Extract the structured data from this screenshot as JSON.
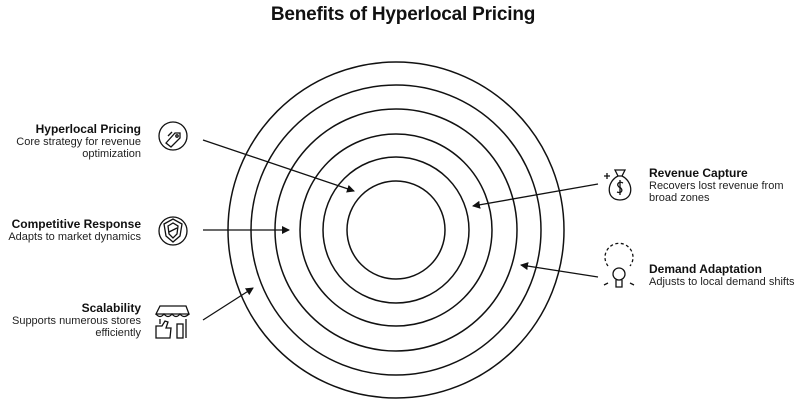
{
  "title": "Benefits of Hyperlocal Pricing",
  "items": [
    {
      "heading": "Hyperlocal Pricing",
      "desc_line1": "Core strategy for revenue",
      "desc_line2": "optimization",
      "icon": "tag-percent-icon"
    },
    {
      "heading": "Competitive Response",
      "desc_line1": "Adapts to market dynamics",
      "desc_line2": "",
      "icon": "shield-icon"
    },
    {
      "heading": "Scalability",
      "desc_line1": "Supports numerous stores",
      "desc_line2": "efficiently",
      "icon": "storefront-thumbs-up-icon"
    },
    {
      "heading": "Revenue Capture",
      "desc_line1": "Recovers lost revenue from",
      "desc_line2": "broad zones",
      "icon": "money-bag-icon"
    },
    {
      "heading": "Demand Adaptation",
      "desc_line1": "Adjusts to local demand shifts",
      "desc_line2": "",
      "icon": "lightbulb-icon"
    }
  ]
}
